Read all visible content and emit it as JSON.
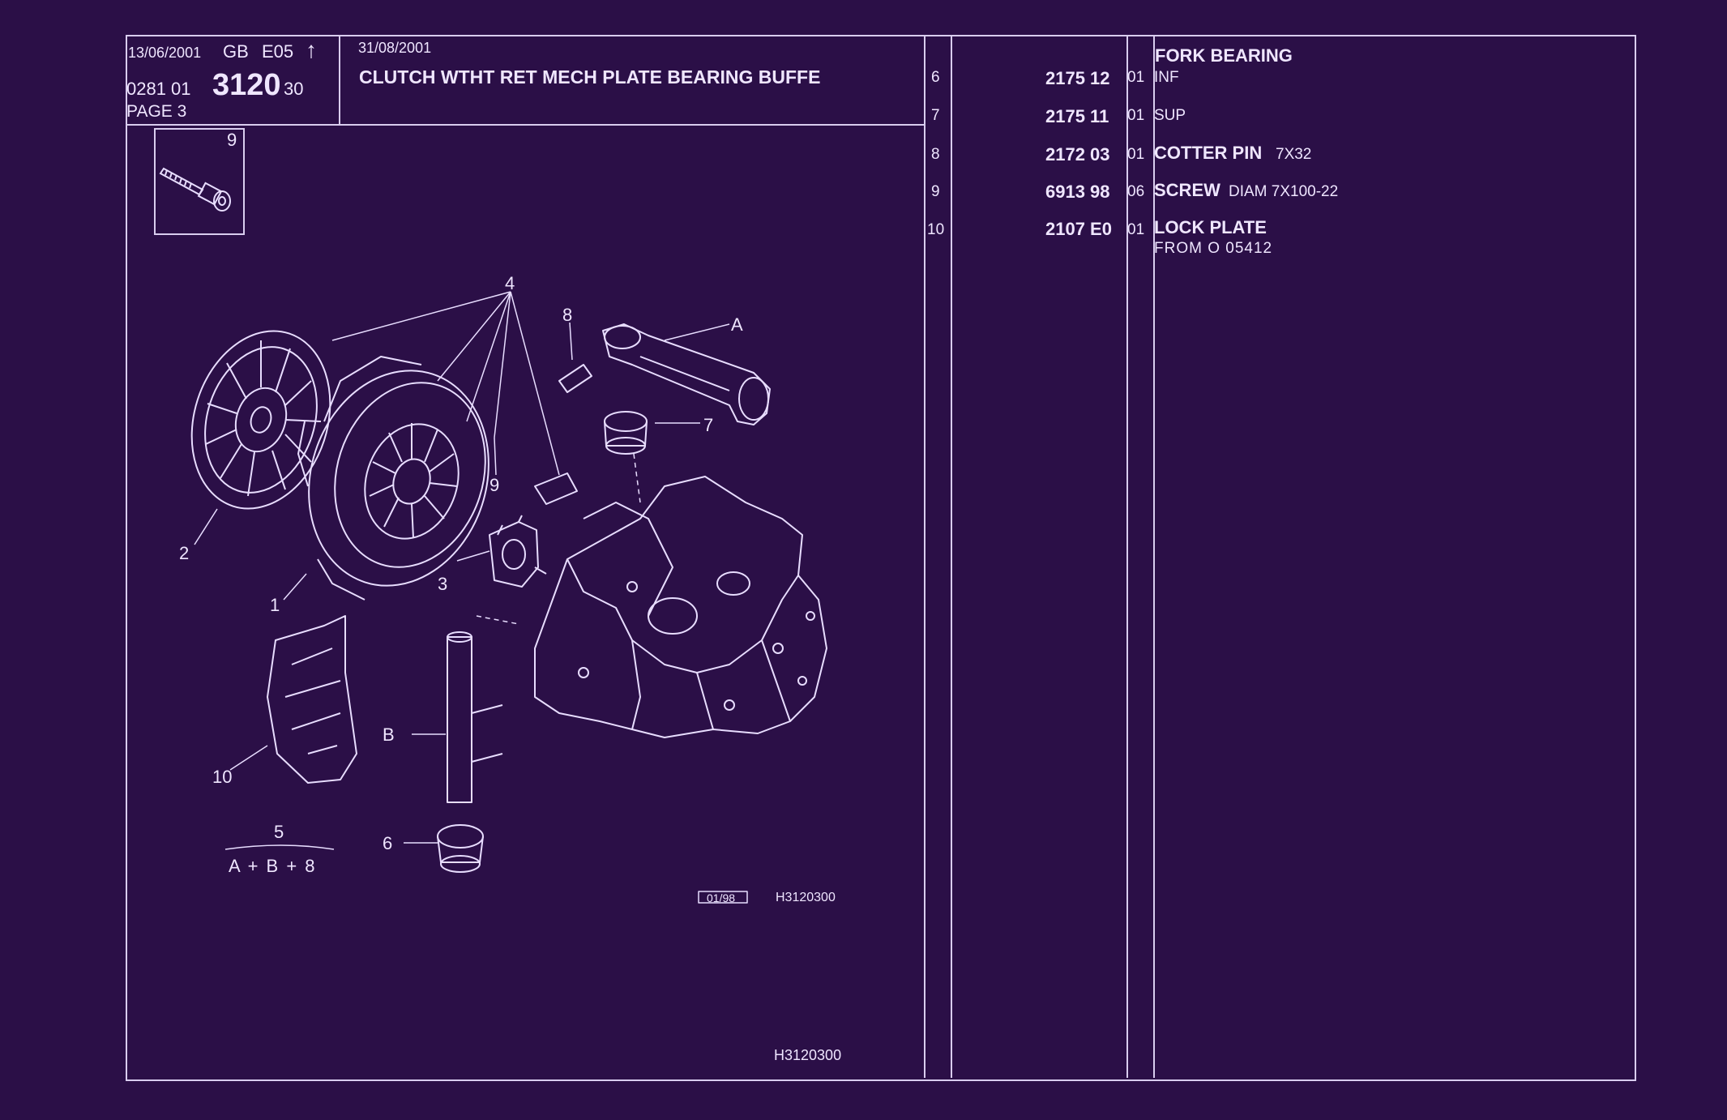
{
  "header": {
    "date1": "13/06/2001",
    "lang": "GB",
    "edition": "E05",
    "arrow": "↑",
    "code_prefix": "0281 01",
    "code_main": "3120",
    "code_suffix": "30",
    "page": "PAGE 3",
    "date2": "31/08/2001",
    "title": "CLUTCH WTHT RET MECH PLATE BEARING BUFFE"
  },
  "diagram": {
    "thumb_label": "9",
    "labels": [
      "4",
      "8",
      "A",
      "7",
      "9",
      "2",
      "3",
      "1",
      "B",
      "10",
      "6"
    ],
    "formula_top": "5",
    "formula_bottom": "A + B + 8",
    "stamp": "01/98",
    "ref_inner": "H3120300",
    "ref_bottom": "H3120300"
  },
  "table": {
    "group_heading": "FORK BEARING",
    "rows": [
      {
        "idx": "6",
        "ref": "2175 12",
        "qty": "01",
        "name": "",
        "desc": "INF"
      },
      {
        "idx": "7",
        "ref": "2175 11",
        "qty": "01",
        "name": "",
        "desc": "SUP"
      },
      {
        "idx": "8",
        "ref": "2172 03",
        "qty": "01",
        "name": "COTTER PIN",
        "desc": "7X32"
      },
      {
        "idx": "9",
        "ref": "6913 98",
        "qty": "06",
        "name": "SCREW",
        "desc": "DIAM 7X100-22"
      },
      {
        "idx": "10",
        "ref": "2107 E0",
        "qty": "01",
        "name": "LOCK PLATE",
        "desc": ""
      }
    ],
    "note": "FROM O 05412"
  },
  "colors": {
    "background": "#2b0f47",
    "lines": "#d9cdef",
    "text": "#efe6ff"
  }
}
